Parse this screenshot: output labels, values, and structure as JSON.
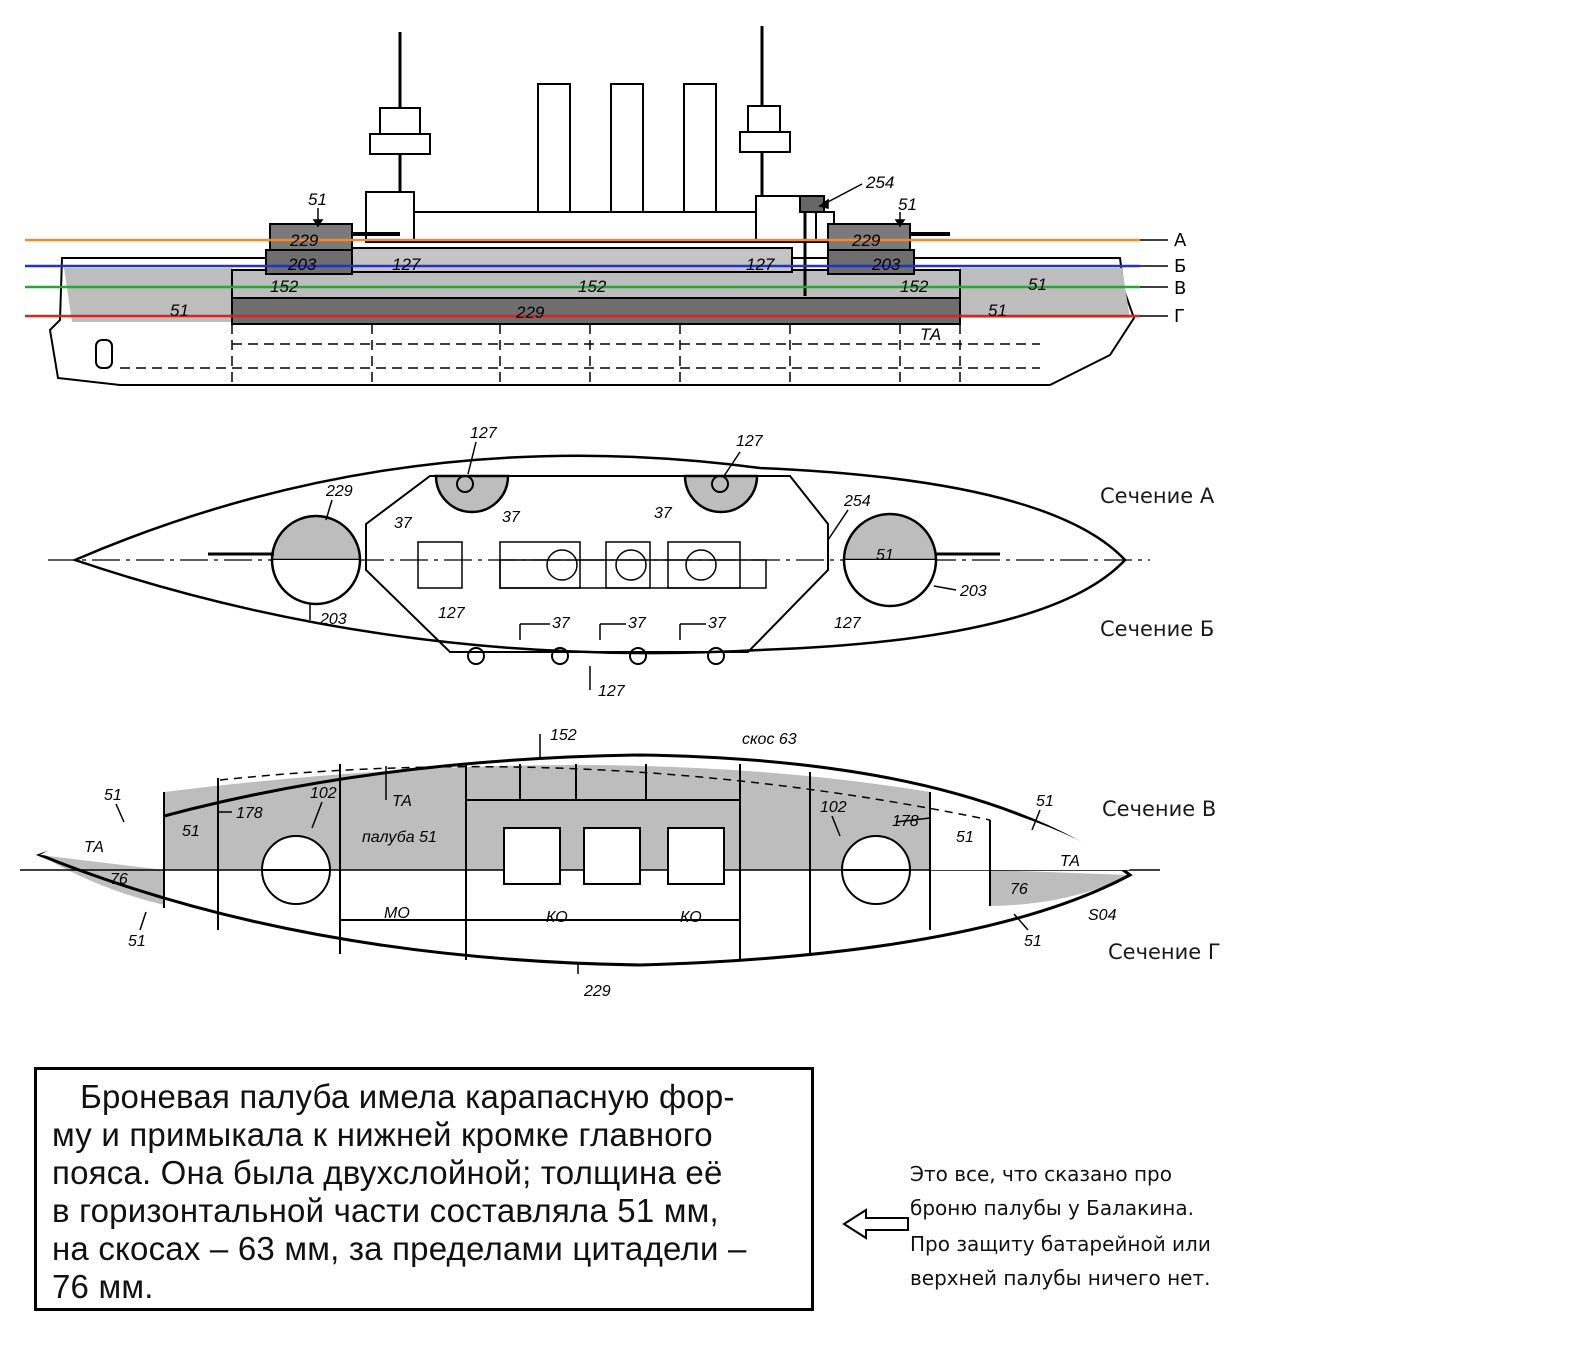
{
  "profile": {
    "deck_levels": [
      {
        "label": "А",
        "color": "#f08a2a"
      },
      {
        "label": "Б",
        "color": "#2233cc"
      },
      {
        "label": "В",
        "color": "#22aa33"
      },
      {
        "label": "Г",
        "color": "#dd2222"
      }
    ],
    "armor": {
      "fwd_turret_top": "51",
      "fwd_turret": "229",
      "fwd_barbette": "203",
      "battery_fwd": "127",
      "battery_aft": "127",
      "upper_belt_fwd": "152",
      "upper_belt_mid": "152",
      "upper_belt_aft": "152",
      "main_belt": "229",
      "bow_belt": "51",
      "stern_belt": "51",
      "stern_lower": "51",
      "conning_tower": "254",
      "aft_turret_top": "51",
      "aft_turret": "229",
      "aft_barbette": "203",
      "torpedo_tube": "ТА"
    }
  },
  "plan_ab": {
    "casemate_fwd": "127",
    "casemate_aft": "127",
    "turret_fwd": "229",
    "ct": "254",
    "turret_aft": "51",
    "barbette_fwd": "203",
    "barbette_aft": "203",
    "gun_37_a": "37",
    "gun_37_b": "37",
    "gun_37_c": "37",
    "gun_37_d": "37",
    "gun_37_e": "37",
    "gun_37_f": "37",
    "battery_side_fwd": "127",
    "battery_side_aft": "127",
    "battery_bottom": "127"
  },
  "plan_vg": {
    "belt_top": "152",
    "slope": "скос 63",
    "bow_51_upper": "51",
    "bow_51_lower": "51",
    "stern_51_upper": "51",
    "stern_51_lower": "51",
    "fwd_51": "51",
    "aft_51": "51",
    "fwd_178": "178",
    "aft_178": "178",
    "fwd_102": "102",
    "aft_102": "102",
    "deck": "палуба 51",
    "ta_fwd": "ТА",
    "ta_bow": "ТА",
    "ta_stern": "ТА",
    "bow_76": "76",
    "stern_76": "76",
    "mo": "МО",
    "ko1": "КО",
    "ko2": "КО",
    "belt_bottom": "229",
    "mark": "S04"
  },
  "labels": {
    "section_a": "Сечение А",
    "section_b": "Сечение Б",
    "section_v": "Сечение В",
    "section_g": "Сечение Г"
  },
  "quote": {
    "lines": [
      "   Броневая палуба имела карапасную фор-",
      "му и примыкала к нижней кромке главного",
      "пояса. Она была двухслойной; толщина её",
      "в горизонтальной части составляла 51 мм,",
      "на скосах – 63 мм, за пределами цитадели –",
      "76 мм."
    ]
  },
  "note": {
    "lines": [
      "Это все, что сказано про",
      "броню палубы у Балакина.",
      "Про защиту батарейной или",
      "верхней палубы ничего нет."
    ]
  }
}
